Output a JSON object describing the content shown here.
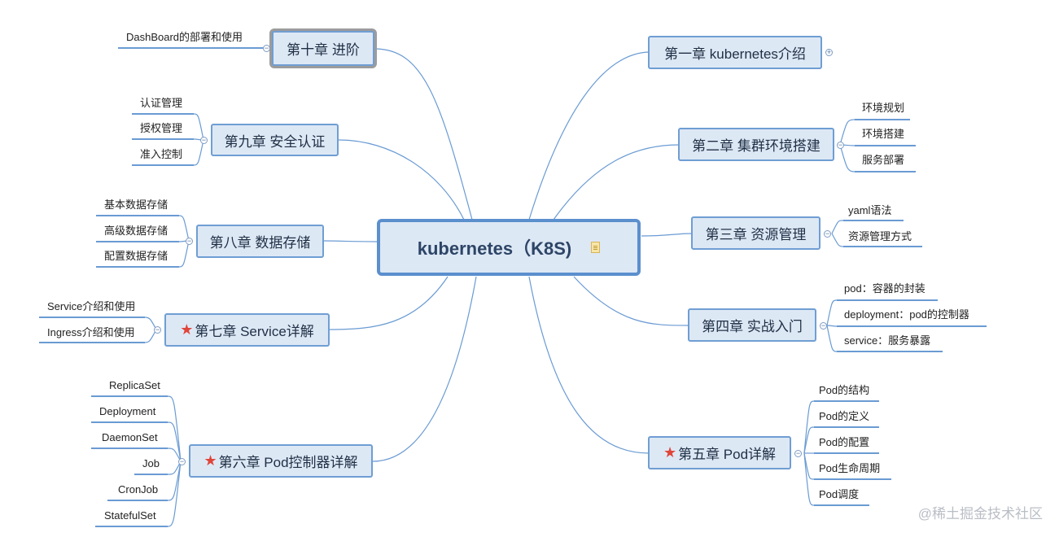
{
  "central": {
    "title": "kubernetes（K8S)",
    "icon": "note-icon"
  },
  "chapters": {
    "ch1": {
      "label": "第一章  kubernetes介绍",
      "toggle": "+"
    },
    "ch2": {
      "label": "第二章  集群环境搭建",
      "toggle": "−",
      "items": [
        "环境规划",
        "环境搭建",
        "服务部署"
      ]
    },
    "ch3": {
      "label": "第三章  资源管理",
      "toggle": "−",
      "items": [
        "yaml语法",
        "资源管理方式"
      ]
    },
    "ch4": {
      "label": "第四章  实战入门",
      "toggle": "−",
      "items": [
        "pod：容器的封装",
        "deployment：pod的控制器",
        "service：服务暴露"
      ]
    },
    "ch5": {
      "label": "第五章  Pod详解",
      "starred": true,
      "toggle": "−",
      "items": [
        "Pod的结构",
        "Pod的定义",
        "Pod的配置",
        "Pod生命周期",
        "Pod调度"
      ]
    },
    "ch6": {
      "label": "第六章  Pod控制器详解",
      "starred": true,
      "toggle": "−",
      "items": [
        "ReplicaSet",
        "Deployment",
        "DaemonSet",
        "Job",
        "CronJob",
        "StatefulSet"
      ]
    },
    "ch7": {
      "label": "第七章  Service详解",
      "starred": true,
      "toggle": "−",
      "items": [
        "Service介绍和使用",
        "Ingress介绍和使用"
      ]
    },
    "ch8": {
      "label": "第八章  数据存储",
      "toggle": "−",
      "items": [
        "基本数据存储",
        "高级数据存储",
        "配置数据存储"
      ]
    },
    "ch9": {
      "label": "第九章  安全认证",
      "toggle": "−",
      "items": [
        "认证管理",
        "授权管理",
        "准入控制"
      ]
    },
    "ch10": {
      "label": "第十章  进阶",
      "toggle": "−",
      "items": [
        "DashBoard的部署和使用"
      ]
    }
  },
  "watermark": "@稀土掘金技术社区",
  "colors": {
    "line": "#5b8fcd",
    "node_fill": "#dde8f5",
    "node_border": "#6f9ed3",
    "star": "#e0453a"
  }
}
